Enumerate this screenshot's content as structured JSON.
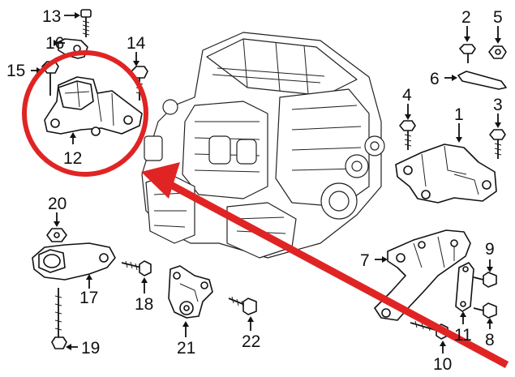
{
  "diagram": {
    "highlight_color": "#e02424",
    "callouts": [
      {
        "id": "13",
        "label": "13"
      },
      {
        "id": "16",
        "label": "16"
      },
      {
        "id": "15",
        "label": "15"
      },
      {
        "id": "14",
        "label": "14"
      },
      {
        "id": "12",
        "label": "12"
      },
      {
        "id": "2",
        "label": "2"
      },
      {
        "id": "5",
        "label": "5"
      },
      {
        "id": "6",
        "label": "6"
      },
      {
        "id": "4",
        "label": "4"
      },
      {
        "id": "1",
        "label": "1"
      },
      {
        "id": "3",
        "label": "3"
      },
      {
        "id": "20",
        "label": "20"
      },
      {
        "id": "17",
        "label": "17"
      },
      {
        "id": "18",
        "label": "18"
      },
      {
        "id": "19",
        "label": "19"
      },
      {
        "id": "21",
        "label": "21"
      },
      {
        "id": "22",
        "label": "22"
      },
      {
        "id": "7",
        "label": "7"
      },
      {
        "id": "9",
        "label": "9"
      },
      {
        "id": "8",
        "label": "8"
      },
      {
        "id": "11",
        "label": "11"
      },
      {
        "id": "10",
        "label": "10"
      }
    ]
  }
}
